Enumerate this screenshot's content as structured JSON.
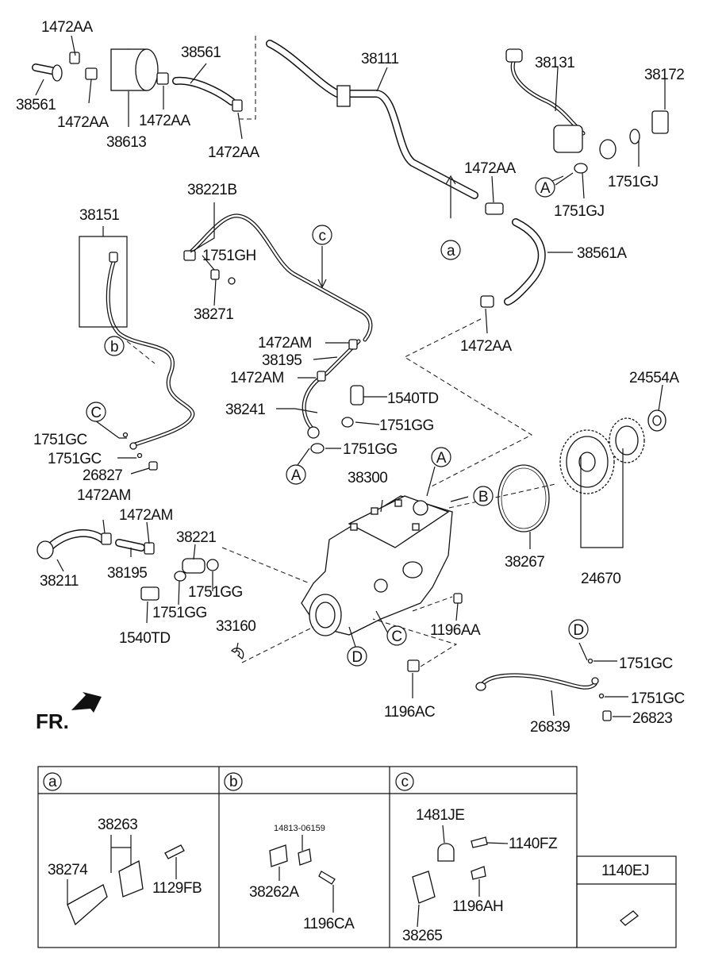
{
  "labels": {
    "p1472AA_top": "1472AA",
    "p38561_left": "38561",
    "p1472AA_b1": "1472AA",
    "p38613": "38613",
    "p1472AA_b2": "1472AA",
    "p38561_mid": "38561",
    "p1472AA_b3": "1472AA",
    "p38111": "38111",
    "p38131": "38131",
    "p38172": "38172",
    "p1751GJ_a": "1751GJ",
    "p1751GJ_b": "1751GJ",
    "p1472AA_c": "1472AA",
    "p38561A": "38561A",
    "p1472AA_d": "1472AA",
    "p38221B": "38221B",
    "p1751GH": "1751GH",
    "p38271": "38271",
    "p38151": "38151",
    "p1472AM_a": "1472AM",
    "p38195_a": "38195",
    "p1472AM_b": "1472AM",
    "p38241": "38241",
    "p1540TD_a": "1540TD",
    "p1751GG_a": "1751GG",
    "p1751GG_b": "1751GG",
    "p24554A": "24554A",
    "p1751GC_a": "1751GC",
    "p1751GC_b": "1751GC",
    "p26827": "26827",
    "p38300": "38300",
    "p1472AM_c": "1472AM",
    "p1472AM_d": "1472AM",
    "p38221": "38221",
    "p38211": "38211",
    "p38195_b": "38195",
    "p1751GG_c": "1751GG",
    "p1751GG_d": "1751GG",
    "p1540TD_b": "1540TD",
    "p33160": "33160",
    "p38267": "38267",
    "p24670": "24670",
    "p1196AA": "1196AA",
    "p1196AC": "1196AC",
    "p1751GC_c": "1751GC",
    "p1751GC_d": "1751GC",
    "p26823": "26823",
    "p26839": "26839"
  },
  "callouts": {
    "a": "a",
    "b": "b",
    "c": "c",
    "A1": "A",
    "A2": "A",
    "A3": "A",
    "B1": "B",
    "C1": "C",
    "C2": "C",
    "D1": "D",
    "D2": "D"
  },
  "front_marker": "FR.",
  "detail_table": {
    "headers": [
      "a",
      "b",
      "c"
    ],
    "a_labels": [
      "38263",
      "38274",
      "1129FB"
    ],
    "b_labels": [
      "14813-06159",
      "38262A",
      "1196CA"
    ],
    "c_labels": [
      "1481JE",
      "1140FZ",
      "1196AH",
      "38265"
    ],
    "extra_header": "1140EJ"
  }
}
